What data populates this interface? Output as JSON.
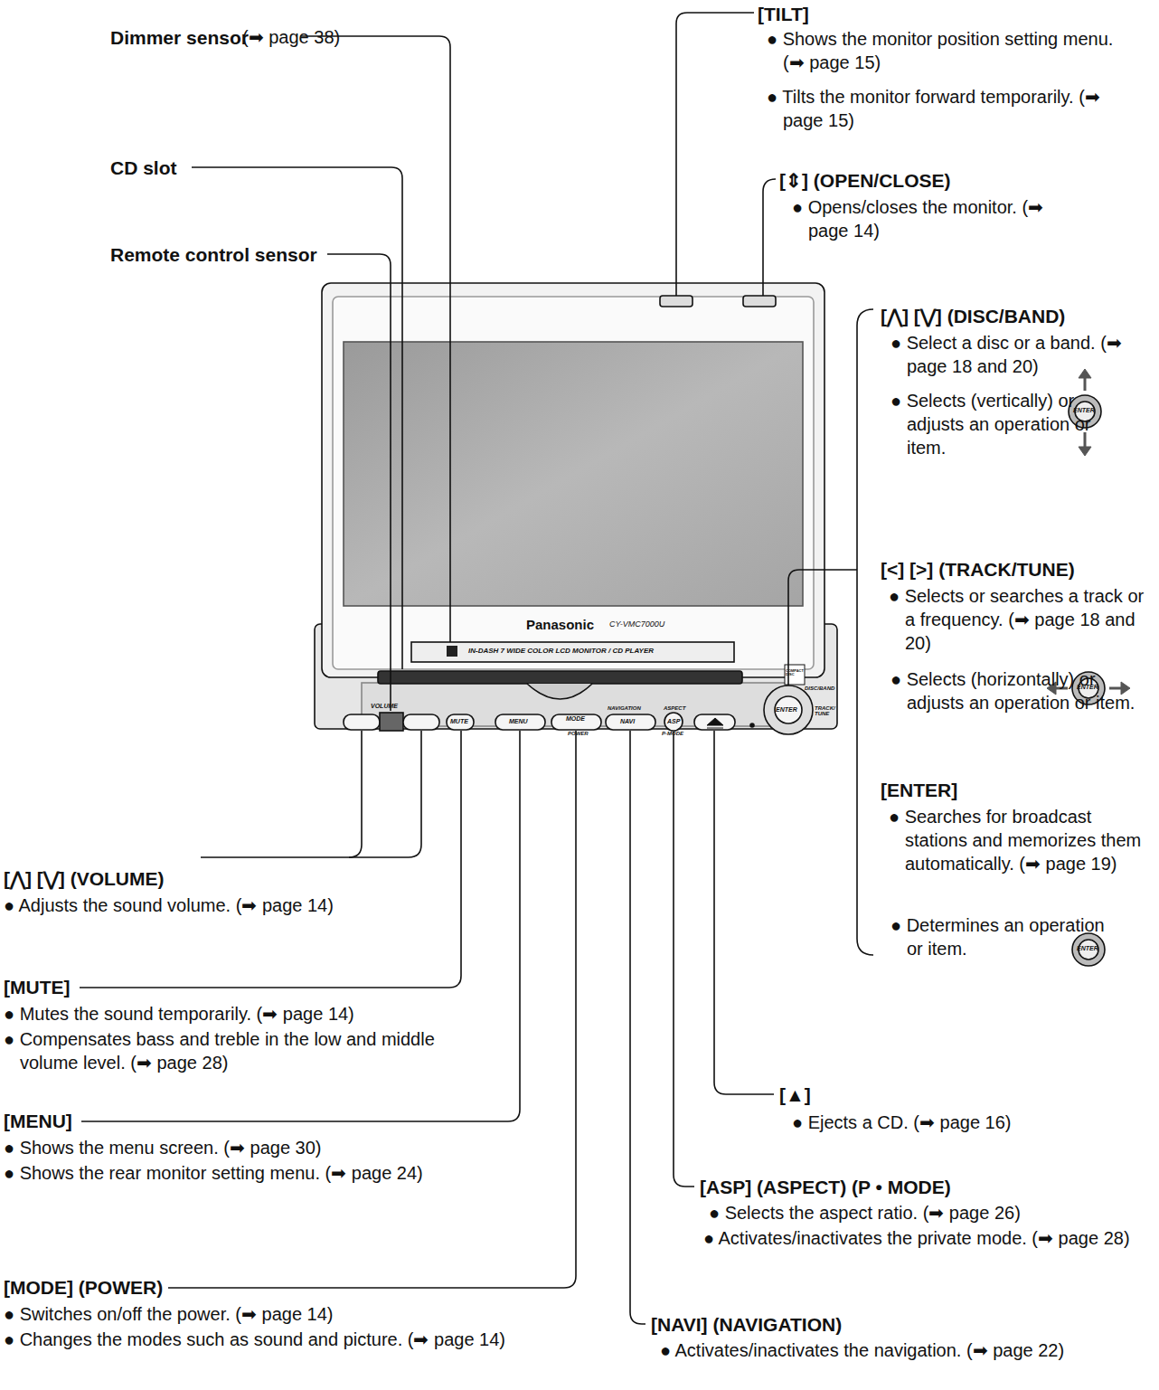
{
  "diagram": {
    "labels": [
      "Dimmer sensor",
      "(➡ page 38)",
      "CD slot",
      "Remote control sensor",
      "[TILT]",
      "● Shows the monitor position setting menu. (➡ page 15)",
      "● Tilts the monitor forward temporarily. (➡ page 15)",
      "[⇕] (OPEN/CLOSE)",
      "● Opens/closes the monitor. (➡ page 14)",
      "[⋀] [⋁] (DISC/BAND)",
      "● Select a disc or a band. (➡ page 18 and 20)",
      "● Selects (vertically) or adjusts an operation or item.",
      "[<] [>] (TRACK/TUNE)",
      "● Selects or searches a track or a frequency. (➡ page 18 and 20)",
      "● Selects (horizontally) or adjusts an operation or item.",
      "[ENTER]",
      "● Searches for broadcast stations and memorizes them automatically. (➡ page 19)",
      "● Determines an operation or item.",
      "[⋀] [⋁] (VOLUME)",
      "● Adjusts the sound volume. (➡ page 14)",
      "[MUTE]",
      "● Mutes the sound temporarily. (➡ page 14)",
      "● Compensates bass and treble in the low and middle volume level. (➡ page 28)",
      "[MENU]",
      "● Shows the menu screen. (➡ page 30)",
      "● Shows the rear monitor setting menu. (➡ page 24)",
      "[MODE] (POWER)",
      "● Switches on/off the power. (➡ page 14)",
      "● Changes the modes such as sound and picture. (➡ page 14)",
      "[▲]",
      "● Ejects a CD. (➡ page 16)",
      "[ASP] (ASPECT) (P • MODE)",
      "● Selects the aspect ratio. (➡ page 26)",
      "● Activates/inactivates the private mode. (➡ page 28)",
      "[NAVI] (NAVIGATION)",
      "● Activates/inactivates the navigation. (➡ page 22)",
      "Panasonic",
      "CY-VMC7000U",
      "IN-DASH 7 WIDE COLOR LCD MONITOR / CD PLAYER",
      "VOLUME",
      "MUTE",
      "MENU",
      "MODE",
      "POWER",
      "NAVIGATION",
      "NAVI",
      "ASPECT",
      "ASP",
      "P-MODE",
      "DISC/BAND",
      "TRACK/ TUNE",
      "ENTER",
      "ENTER",
      "ENTER",
      "ENTER",
      "COMPACT DISC"
    ]
  }
}
